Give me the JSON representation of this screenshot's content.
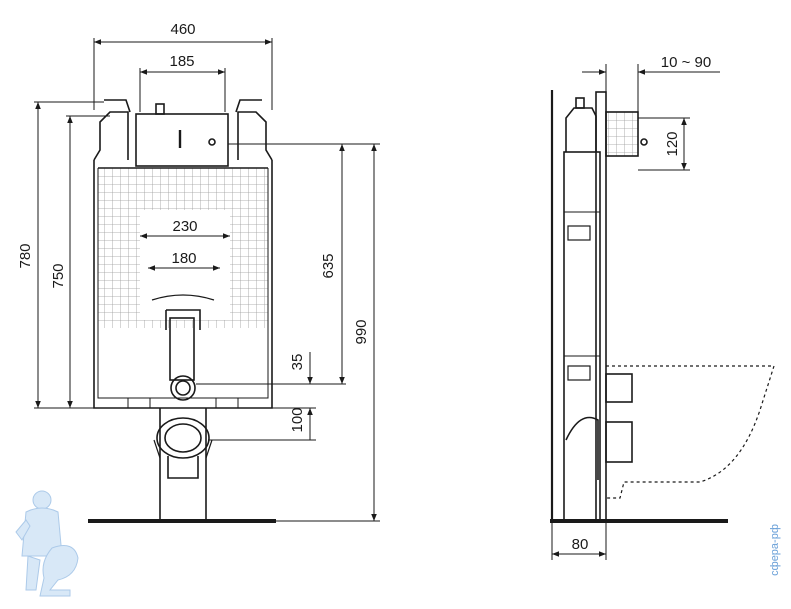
{
  "front_view": {
    "dims": {
      "total_width": "460",
      "top_width": "185",
      "inner_width": "230",
      "bolt_spacing": "180",
      "height_outer": "780",
      "height_inner": "750",
      "drain_height": "635",
      "total_height": "990",
      "pipe_offset": "35",
      "drain_offset": "100"
    }
  },
  "side_view": {
    "dims": {
      "depth_adjust": "10 ~ 90",
      "cistern_height": "120",
      "frame_depth": "80"
    }
  },
  "watermark": {
    "text": "сфера-рф",
    "logo_icon": "plumber-mascot-icon"
  },
  "colors": {
    "line": "#1a1a1a",
    "mesh": "#9a9a9a",
    "watermark": "#6aa0d8"
  }
}
